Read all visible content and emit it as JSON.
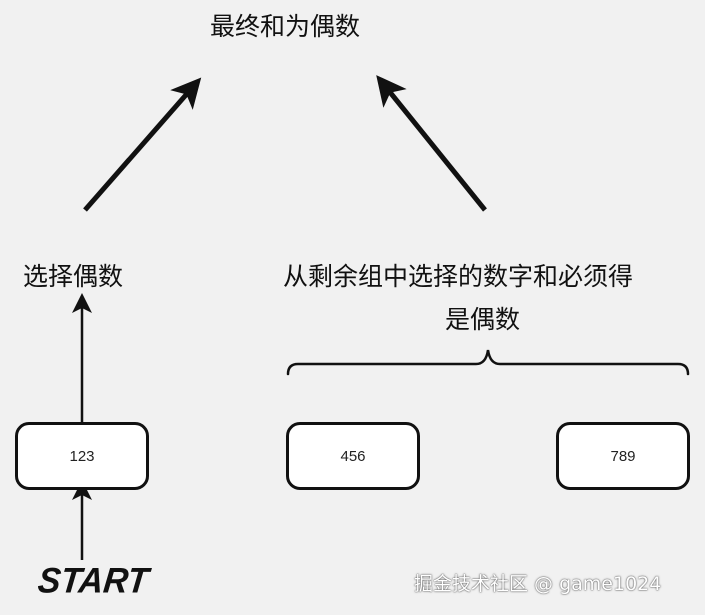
{
  "labels": {
    "top": "最终和为偶数",
    "left": "选择偶数",
    "right_line1": "从剩余组中选择的数字和必须得",
    "right_line2": "是偶数"
  },
  "nodes": {
    "left": "123",
    "middle": "456",
    "right": "789"
  },
  "start": "START",
  "watermark": "掘金技术社区 @ game1024"
}
